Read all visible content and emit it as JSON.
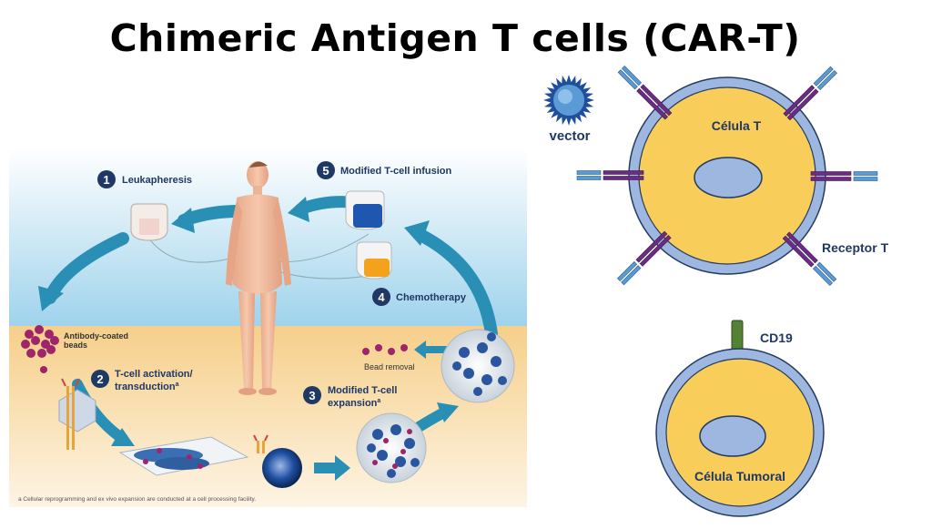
{
  "title": "Chimeric Antigen T cells (CAR-T)",
  "process": {
    "steps": [
      {
        "number": "1",
        "label": "Leukapheresis"
      },
      {
        "number": "2",
        "label_line1": "T-cell activation/",
        "label_line2": "transduction",
        "footnote_mark": "a"
      },
      {
        "number": "3",
        "label_line1": "Modified T-cell",
        "label_line2": "expansion",
        "footnote_mark": "a"
      },
      {
        "number": "4",
        "label": "Chemotherapy"
      },
      {
        "number": "5",
        "label": "Modified T-cell infusion"
      }
    ],
    "beads_label_line1": "Antibody-coated",
    "beads_label_line2": "beads",
    "bead_removal_label": "Bead removal",
    "footnote": "a Cellular reprogramming and ex vivo expansion are conducted at a cell processing facility."
  },
  "right": {
    "vector_label": "vector",
    "t_cell_label": "Célula T",
    "receptor_label": "Receptor T",
    "cd19_label": "CD19",
    "tumor_cell_label": "Célula Tumoral"
  },
  "colors": {
    "cytoplasm": "#f9cd5a",
    "membrane": "#9db7e0",
    "nucleus": "#9db7e0",
    "receptor_purple": "#6b2d84",
    "receptor_blue": "#5b9bd5",
    "cd19_green": "#548235",
    "step_badge": "#1f3864",
    "arrow": "#2a8fb5"
  }
}
